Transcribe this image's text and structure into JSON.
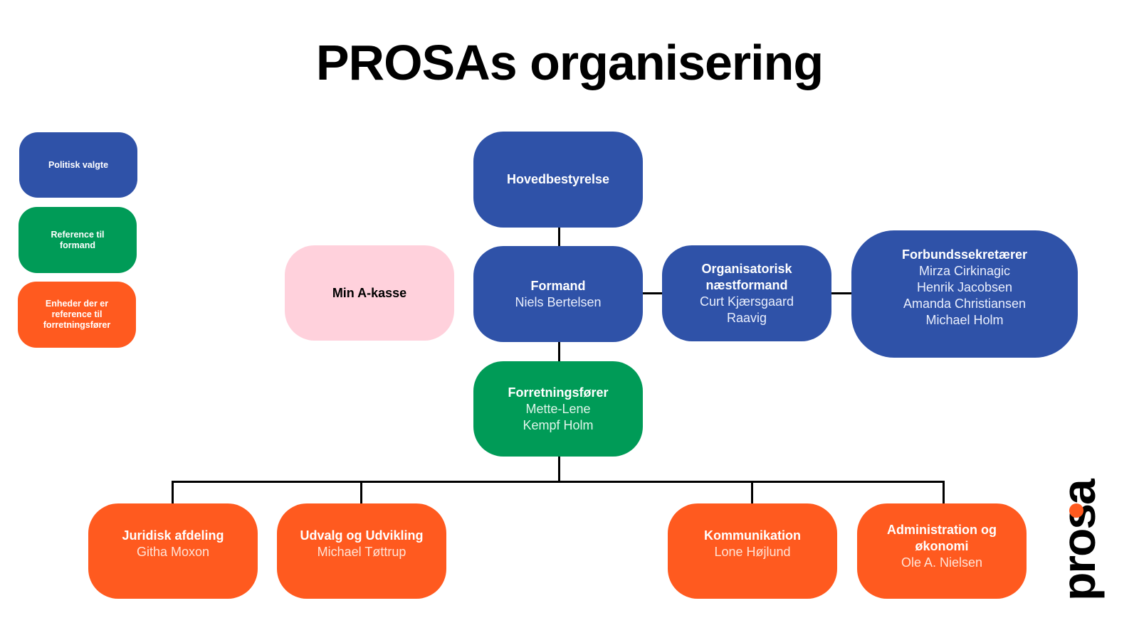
{
  "title": "PROSAs organisering",
  "colors": {
    "politisk": "#2f52a8",
    "formand_ref": "#009b57",
    "forretningsforer_ref": "#ff5a1f",
    "akasse": "#ffd1dc",
    "connector": "#000000"
  },
  "legend": [
    {
      "label": "Politisk valgte"
    },
    {
      "label": "Reference til formand"
    },
    {
      "label": "Enheder der er reference til forretningsfører"
    }
  ],
  "nodes": {
    "hovedbestyrelse": {
      "title": "Hovedbestyrelse"
    },
    "min_akasse": {
      "title": "Min A-kasse"
    },
    "formand": {
      "title": "Formand",
      "people": [
        "Niels Bertelsen"
      ]
    },
    "naestformand": {
      "title": "Organisatorisk næstformand",
      "people": [
        "Curt Kjærsgaard Raavig"
      ]
    },
    "forbundssekretaerer": {
      "title": "Forbundssekretærer",
      "people": [
        "Mirza Cirkinagic",
        "Henrik Jacobsen",
        "Amanda Christiansen",
        "Michael Holm"
      ]
    },
    "forretningsforer": {
      "title": "Forretningsfører",
      "people": [
        "Mette-Lene Kempf Holm"
      ]
    },
    "juridisk": {
      "title": "Juridisk afdeling",
      "people": [
        "Githa Moxon"
      ]
    },
    "udvalg": {
      "title": "Udvalg og Udvikling",
      "people": [
        "Michael Tøttrup"
      ]
    },
    "kommunikation": {
      "title": "Kommunikation",
      "people": [
        "Lone Højlund"
      ]
    },
    "administration": {
      "title": "Administration og økonomi",
      "people": [
        "Ole A. Nielsen"
      ]
    }
  },
  "logo": {
    "text": "prosa",
    "icon": "prosa-logo"
  }
}
